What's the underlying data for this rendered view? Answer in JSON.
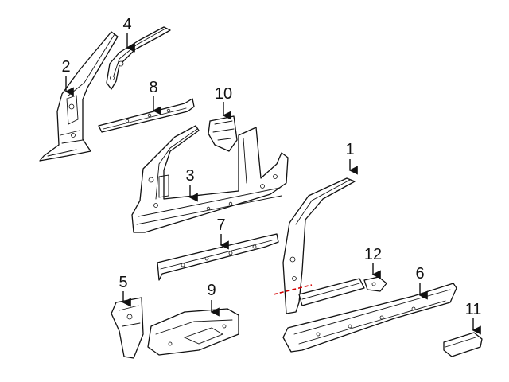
{
  "colors": {
    "line": "#111111",
    "background": "#ffffff",
    "cut_line": "#d40000"
  },
  "callouts": [
    {
      "number": "1",
      "part": "part-1-a-pillar-inner-right"
    },
    {
      "number": "2",
      "part": "part-2-a-pillar-reinforcement"
    },
    {
      "number": "3",
      "part": "part-3-side-frame-assembly"
    },
    {
      "number": "4",
      "part": "part-4-roof-rail-reinforcement"
    },
    {
      "number": "5",
      "part": "part-5-b-pillar-bracket"
    },
    {
      "number": "6",
      "part": "part-6-rocker-panel"
    },
    {
      "number": "7",
      "part": "part-7-rocker-reinforcement"
    },
    {
      "number": "8",
      "part": "part-8-roof-rail-inner"
    },
    {
      "number": "9",
      "part": "part-9-floor-extension"
    },
    {
      "number": "10",
      "part": "part-10-hinge-pillar-bracket"
    },
    {
      "number": "11",
      "part": "part-11-small-bracket"
    },
    {
      "number": "12",
      "part": "part-12-gusset"
    }
  ]
}
